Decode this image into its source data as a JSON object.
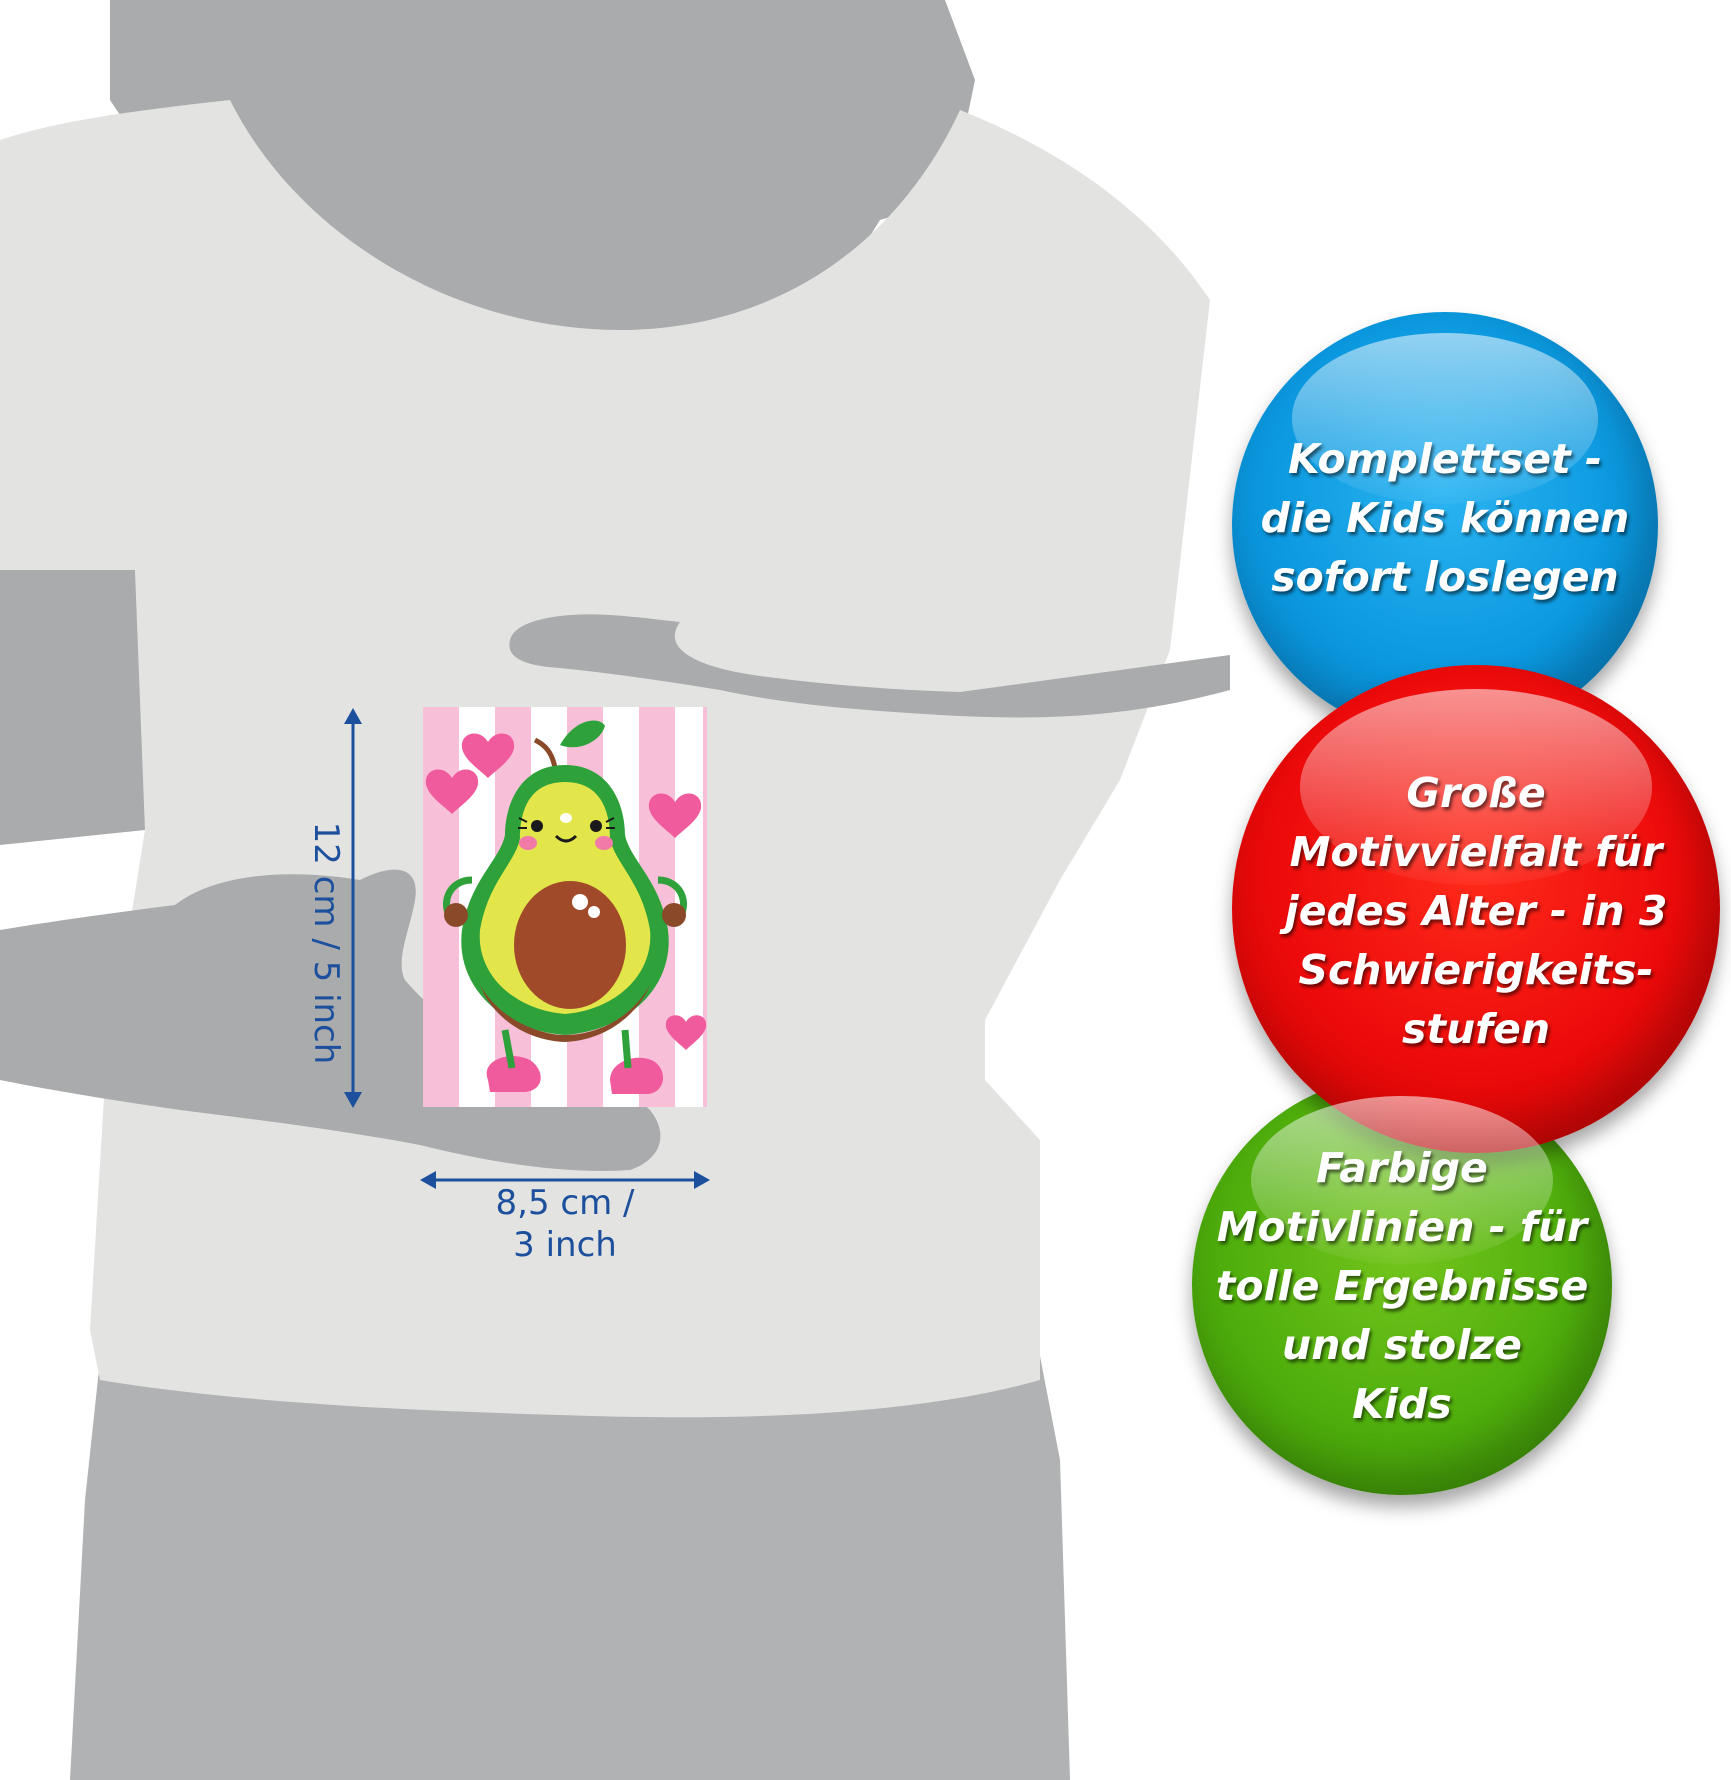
{
  "dimensions": {
    "height_label": "12 cm / 5 inch",
    "width_label": "8,5 cm /\n3 inch"
  },
  "badges": [
    {
      "id": "blue",
      "text": "Komplettset -\ndie Kids können\nsofort loslegen",
      "color": "#0b98df"
    },
    {
      "id": "red",
      "text": "Große\nMotivvielfalt für\njedes Alter - in 3\nSchwierigkeits-\nstufen",
      "color": "#ec0a0a"
    },
    {
      "id": "green",
      "text": "Farbige\nMotivlinien - für\ntolle Ergebnisse\nund stolze\nKids",
      "color": "#4fae0c"
    }
  ],
  "colors": {
    "silhouette": "#a9abac",
    "shirt": "#e3e3e2",
    "dimension_line": "#1c4f9c",
    "card_pink": "#f7c0d8",
    "avocado_skin": "#2ea13a",
    "avocado_flesh": "#e2e64a",
    "avocado_pit": "#a14a2a"
  },
  "icons": [
    "avocado-character-icon",
    "heart-icon",
    "dimension-arrow-icon"
  ]
}
